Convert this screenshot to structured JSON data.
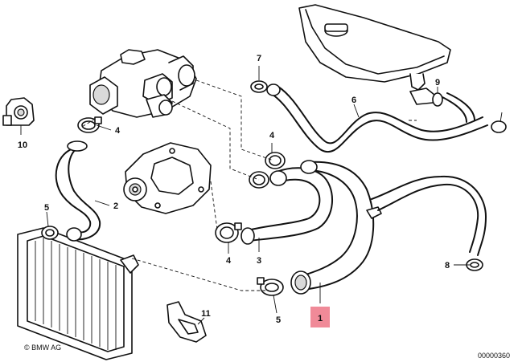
{
  "diagram": {
    "colors": {
      "line": "#111111",
      "highlight": "#f08a98",
      "background": "#ffffff"
    },
    "callouts": {
      "c1": "1",
      "c2": "2",
      "c3": "3",
      "c4a": "4",
      "c4b": "4",
      "c4c": "4",
      "c5a": "5",
      "c5b": "5",
      "c6": "6",
      "c7": "7",
      "c8": "8",
      "c9": "9",
      "c10": "10",
      "c11": "11"
    },
    "highlighted_callout": "1",
    "copyright": "© BMW AG",
    "diagram_number": "00000360"
  }
}
